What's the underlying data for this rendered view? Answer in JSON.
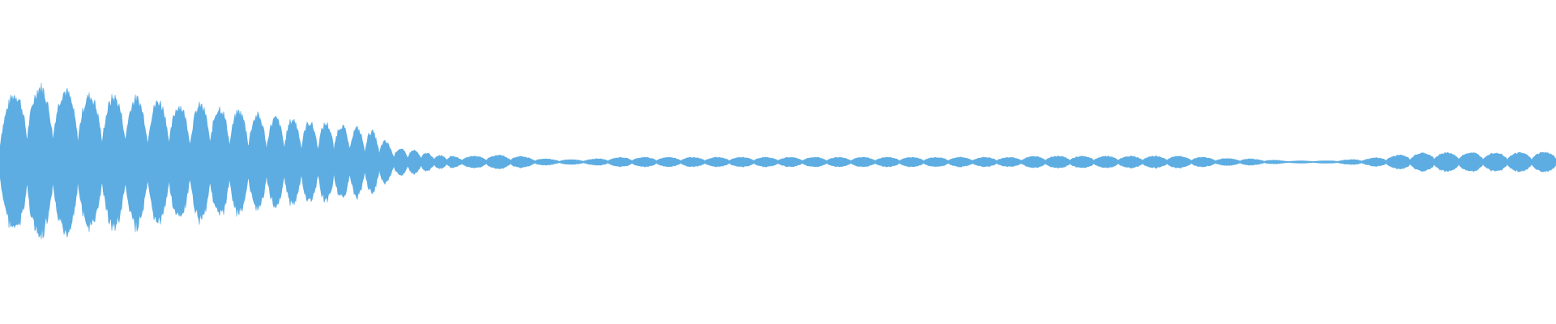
{
  "waveform": {
    "color": "#5dade2",
    "background": "#ffffff",
    "amplitude_envelope": [
      0.5,
      0.62,
      0.65,
      0.62,
      0.58,
      0.55,
      0.57,
      0.53,
      0.52,
      0.47,
      0.5,
      0.45,
      0.42,
      0.38,
      0.37,
      0.34,
      0.33,
      0.3,
      0.26,
      0.12,
      0.1,
      0.06,
      0.05,
      0.05,
      0.06,
      0.05,
      0.03,
      0.02,
      0.02,
      0.03,
      0.04,
      0.04,
      0.04,
      0.04,
      0.04,
      0.04,
      0.04,
      0.04,
      0.04,
      0.04,
      0.04,
      0.04,
      0.04,
      0.04,
      0.04,
      0.04,
      0.04,
      0.04,
      0.04,
      0.04,
      0.05,
      0.05,
      0.05,
      0.05,
      0.05,
      0.05,
      0.05,
      0.05,
      0.04,
      0.03,
      0.03,
      0.02,
      0.01,
      0.01,
      0.01,
      0.02,
      0.03,
      0.05,
      0.07,
      0.08,
      0.08,
      0.08,
      0.08,
      0.08,
      0.08,
      0.09
    ]
  }
}
